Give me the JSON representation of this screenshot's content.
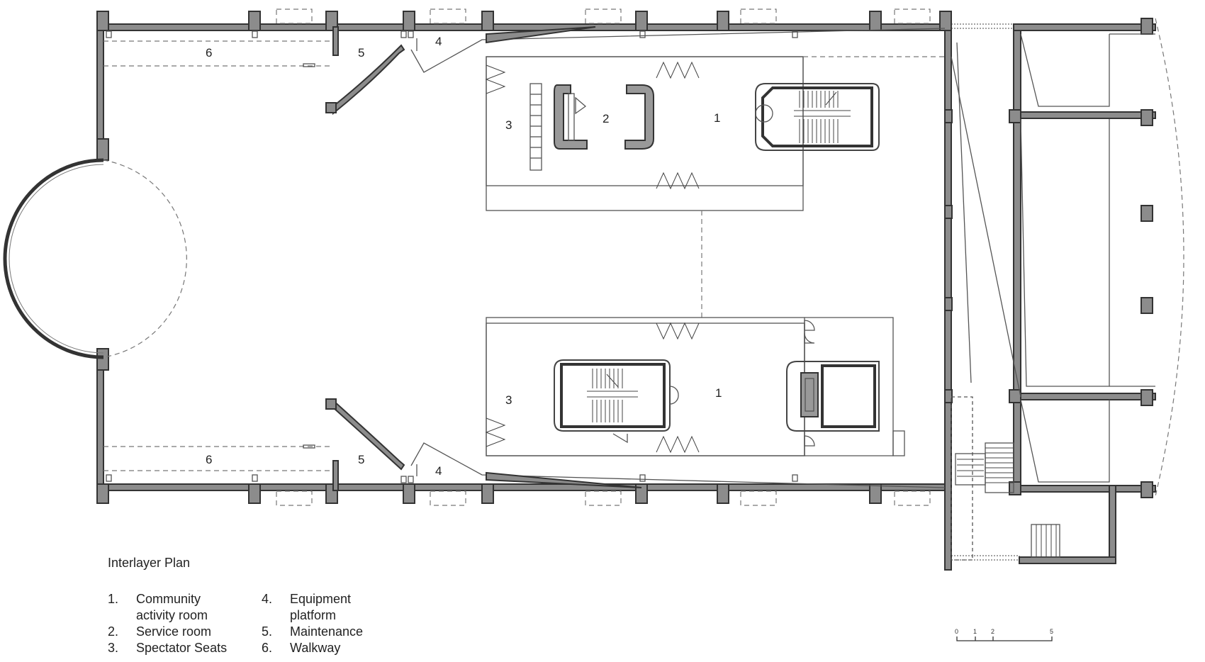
{
  "plan_title": "Interlayer Plan",
  "room_labels": {
    "community_top": "1",
    "community_bottom": "1",
    "service": "2",
    "spectator_top": "3",
    "spectator_bottom": "3",
    "equip_top": "4",
    "equip_bottom": "4",
    "maint_top": "5",
    "maint_bottom": "5",
    "walkway_top": "6",
    "walkway_bottom": "6"
  },
  "legend": [
    {
      "num": "1.",
      "text": "Community\nactivity room"
    },
    {
      "num": "2.",
      "text": "Service room"
    },
    {
      "num": "3.",
      "text": "Spectator Seats"
    },
    {
      "num": "4.",
      "text": "Equipment\nplatform"
    },
    {
      "num": "5.",
      "text": "Maintenance"
    },
    {
      "num": "6.",
      "text": "Walkway"
    }
  ],
  "scale_bar": {
    "labels": [
      "0",
      "1",
      "2",
      "5"
    ]
  }
}
